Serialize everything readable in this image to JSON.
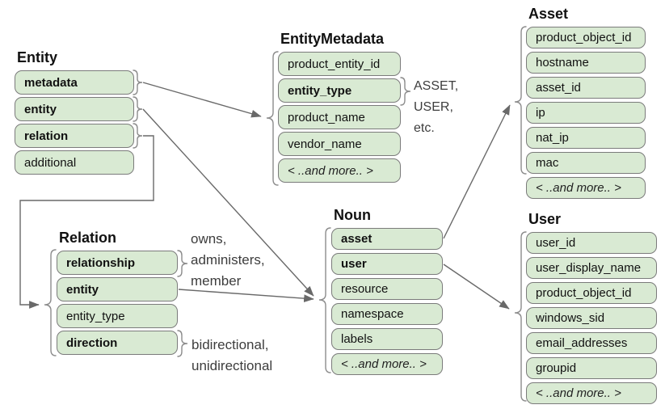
{
  "colors": {
    "field_fill": "#d9ead3",
    "field_border": "#7b7b7b",
    "connector": "#696969",
    "brace": "#8c8c8c",
    "text": "#111111",
    "annotation_text": "#3d3d3d",
    "background": "#ffffff"
  },
  "boxes": {
    "entity": {
      "title": "Entity",
      "fields": [
        {
          "label": "metadata",
          "bold": true
        },
        {
          "label": "entity",
          "bold": true
        },
        {
          "label": "relation",
          "bold": true
        },
        {
          "label": "additional",
          "bold": false
        }
      ]
    },
    "entity_metadata": {
      "title": "EntityMetadata",
      "fields": [
        {
          "label": "product_entity_id",
          "bold": false
        },
        {
          "label": "entity_type",
          "bold": true
        },
        {
          "label": "product_name",
          "bold": false
        },
        {
          "label": "vendor_name",
          "bold": false
        },
        {
          "label": "< ..and more.. >",
          "bold": false,
          "italic": true
        }
      ]
    },
    "relation": {
      "title": "Relation",
      "fields": [
        {
          "label": "relationship",
          "bold": true
        },
        {
          "label": "entity",
          "bold": true
        },
        {
          "label": "entity_type",
          "bold": false
        },
        {
          "label": "direction",
          "bold": true
        }
      ]
    },
    "noun": {
      "title": "Noun",
      "fields": [
        {
          "label": "asset",
          "bold": true
        },
        {
          "label": "user",
          "bold": true
        },
        {
          "label": "resource",
          "bold": false
        },
        {
          "label": "namespace",
          "bold": false
        },
        {
          "label": "labels",
          "bold": false
        },
        {
          "label": "< ..and more.. >",
          "bold": false,
          "italic": true
        }
      ]
    },
    "asset": {
      "title": "Asset",
      "fields": [
        {
          "label": "product_object_id",
          "bold": false
        },
        {
          "label": "hostname",
          "bold": false
        },
        {
          "label": "asset_id",
          "bold": false
        },
        {
          "label": "ip",
          "bold": false
        },
        {
          "label": "nat_ip",
          "bold": false
        },
        {
          "label": "mac",
          "bold": false
        },
        {
          "label": "< ..and more.. >",
          "bold": false,
          "italic": true
        }
      ]
    },
    "user": {
      "title": "User",
      "fields": [
        {
          "label": "user_id",
          "bold": false
        },
        {
          "label": "user_display_name",
          "bold": false
        },
        {
          "label": "product_object_id",
          "bold": false
        },
        {
          "label": "windows_sid",
          "bold": false
        },
        {
          "label": "email_addresses",
          "bold": false
        },
        {
          "label": "groupid",
          "bold": false
        },
        {
          "label": "< ..and more.. >",
          "bold": false,
          "italic": true
        }
      ]
    }
  },
  "annotations": {
    "entity_type_values": {
      "for": "EntityMetadata.entity_type",
      "lines": [
        "ASSET,",
        "USER,",
        "etc."
      ]
    },
    "relationship_values": {
      "for": "Relation.relationship",
      "lines": [
        "owns,",
        "administers,",
        "member"
      ]
    },
    "direction_values": {
      "for": "Relation.direction",
      "lines": [
        "bidirectional,",
        "unidirectional"
      ]
    }
  },
  "connections": [
    {
      "from": "Entity.metadata",
      "to": "EntityMetadata"
    },
    {
      "from": "Entity.entity",
      "to": "Noun"
    },
    {
      "from": "Entity.relation",
      "to": "Relation"
    },
    {
      "from": "Relation.entity",
      "to": "Noun"
    },
    {
      "from": "Noun.asset",
      "to": "Asset"
    },
    {
      "from": "Noun.user",
      "to": "User"
    }
  ]
}
